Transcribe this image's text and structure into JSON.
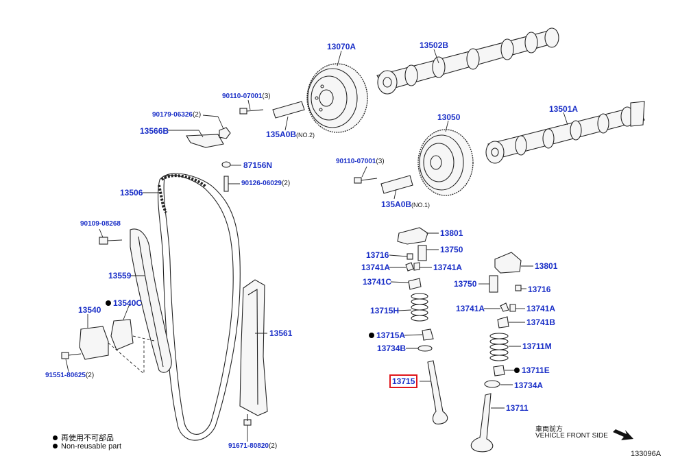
{
  "diagram": {
    "parts": [
      {
        "id": "13070A",
        "label": "13070A"
      },
      {
        "id": "13502B",
        "label": "13502B"
      },
      {
        "id": "90110-07001-a",
        "label": "90110-07001",
        "qty": "(3)"
      },
      {
        "id": "90179-06326",
        "label": "90179-06326",
        "qty": "(2)"
      },
      {
        "id": "13566B",
        "label": "13566B"
      },
      {
        "id": "135A0B-no2",
        "label": "135A0B",
        "qty": "(NO.2)"
      },
      {
        "id": "13050",
        "label": "13050"
      },
      {
        "id": "13501A",
        "label": "13501A"
      },
      {
        "id": "87156N",
        "label": "87156N"
      },
      {
        "id": "90126-06029",
        "label": "90126-06029",
        "qty": "(2)"
      },
      {
        "id": "90110-07001-b",
        "label": "90110-07001",
        "qty": "(3)"
      },
      {
        "id": "13506",
        "label": "13506"
      },
      {
        "id": "135A0B-no1",
        "label": "135A0B",
        "qty": "(NO.1)"
      },
      {
        "id": "90109-08268",
        "label": "90109-08268"
      },
      {
        "id": "13559",
        "label": "13559"
      },
      {
        "id": "13540C",
        "label": "13540C",
        "nonreusable": true
      },
      {
        "id": "13540",
        "label": "13540"
      },
      {
        "id": "91551-80625",
        "label": "91551-80625",
        "qty": "(2)"
      },
      {
        "id": "13561",
        "label": "13561"
      },
      {
        "id": "91671-80820",
        "label": "91671-80820",
        "qty": "(2)"
      },
      {
        "id": "13801-a",
        "label": "13801"
      },
      {
        "id": "13716-a",
        "label": "13716"
      },
      {
        "id": "13750-a",
        "label": "13750"
      },
      {
        "id": "13741A-a1",
        "label": "13741A"
      },
      {
        "id": "13741A-a2",
        "label": "13741A"
      },
      {
        "id": "13741C",
        "label": "13741C"
      },
      {
        "id": "13715H",
        "label": "13715H"
      },
      {
        "id": "13715A",
        "label": "13715A",
        "nonreusable": true
      },
      {
        "id": "13734B",
        "label": "13734B"
      },
      {
        "id": "13715",
        "label": "13715",
        "highlighted": true
      },
      {
        "id": "13801-b",
        "label": "13801"
      },
      {
        "id": "13750-b",
        "label": "13750"
      },
      {
        "id": "13716-b",
        "label": "13716"
      },
      {
        "id": "13741A-b1",
        "label": "13741A"
      },
      {
        "id": "13741A-b2",
        "label": "13741A"
      },
      {
        "id": "13741B",
        "label": "13741B"
      },
      {
        "id": "13711M",
        "label": "13711M"
      },
      {
        "id": "13711E",
        "label": "13711E",
        "nonreusable": true
      },
      {
        "id": "13734A",
        "label": "13734A"
      },
      {
        "id": "13711",
        "label": "13711"
      }
    ],
    "legend": {
      "line1": "再使用不可部品",
      "line2": "Non-reusable part"
    },
    "direction": {
      "line1": "車両前方",
      "line2": "VEHICLE FRONT SIDE"
    },
    "figure_id": "133096A",
    "colors": {
      "label": "#1a2fc7",
      "highlight": "#e0151b",
      "line": "#222222"
    }
  }
}
